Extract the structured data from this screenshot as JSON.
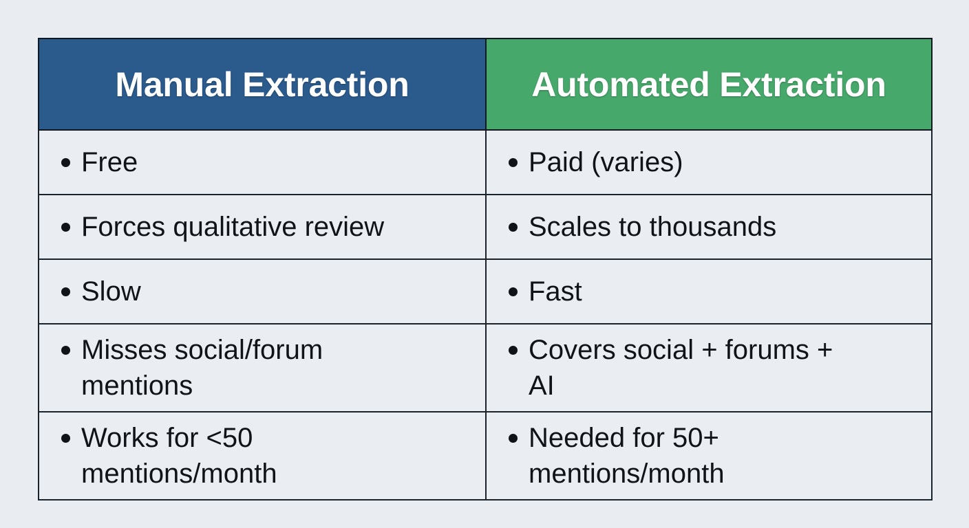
{
  "page": {
    "background_color": "#E9EDF2",
    "title": "Manual Extraction vs Automated Extraction comparison table"
  },
  "table": {
    "border_color": "#111820",
    "cell_background": "#EAEEF2",
    "text_color": "#101418",
    "bullet_glyph": "•",
    "columns": [
      {
        "key": "manual",
        "header": "Manual Extraction",
        "header_background": "#2B5A8C",
        "header_text_color": "#FFFFFF"
      },
      {
        "key": "automated",
        "header": "Automated Extraction",
        "header_background": "#47A86B",
        "header_text_color": "#FFFFFF"
      }
    ],
    "rows": [
      {
        "manual": "Free",
        "automated": "Paid (varies)"
      },
      {
        "manual": "Forces qualitative review",
        "automated": "Scales to thousands"
      },
      {
        "manual": "Slow",
        "automated": "Fast"
      },
      {
        "manual": "Misses social/forum\nmentions",
        "automated": "Covers social + forums +\nAI"
      },
      {
        "manual": "Works for <50\nmentions/month",
        "automated": "Needed for 50+\nmentions/month"
      }
    ]
  }
}
